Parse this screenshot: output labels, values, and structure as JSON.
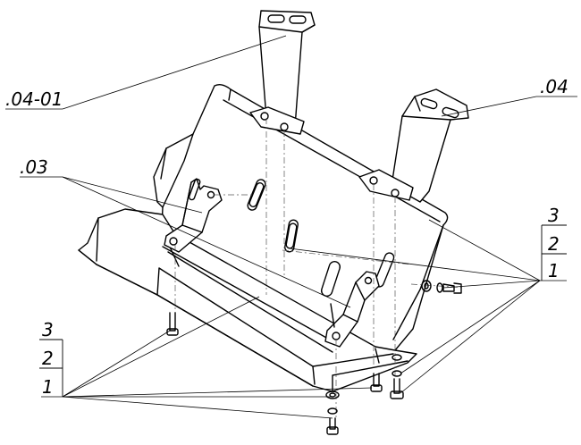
{
  "callouts": {
    "bracket_left": ".04-01",
    "bracket_right": ".04",
    "brackets_inner": ".03"
  },
  "fastener_stack_right": [
    "3",
    "2",
    "1"
  ],
  "fastener_stack_left": [
    "3",
    "2",
    "1"
  ],
  "colors": {
    "line": "#000000",
    "background": "#ffffff"
  }
}
